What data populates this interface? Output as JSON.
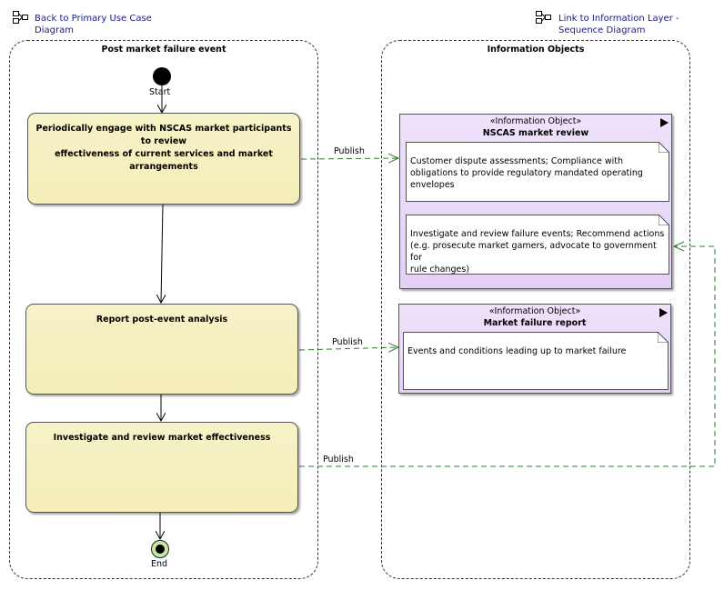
{
  "links": {
    "primary": "Back to Primary Use Case Diagram",
    "primary_line1": "Back to Primary Use Case",
    "primary_line2": "Diagram",
    "info_layer_line1": "Link to Information Layer -",
    "info_layer_line2": "Sequence Diagram"
  },
  "lanes": {
    "left_title": "Post market failure event",
    "right_title": "Information Objects"
  },
  "nodes": {
    "start_label": "Start",
    "end_label": "End"
  },
  "actions": [
    {
      "line1": "Periodically engage with NSCAS market participants to review",
      "line2": "effectiveness of current services and market arrangements"
    },
    {
      "line1": "Report post-event analysis"
    },
    {
      "line1": "Investigate and review market effectiveness"
    }
  ],
  "info_objects": [
    {
      "stereotype": "«Information Object»",
      "name": "NSCAS market review",
      "notes": [
        {
          "l1": "Customer dispute assessments; Compliance with",
          "l2": "obligations to provide regulatory mandated operating",
          "l3": "envelopes"
        },
        {
          "l1": "Investigate and review failure events; Recommend actions",
          "l2": "(e.g. prosecute market gamers, advocate to government for",
          "l3": "rule changes)"
        }
      ]
    },
    {
      "stereotype": "«Information Object»",
      "name": "Market failure report",
      "notes": [
        {
          "l1": "Events and conditions leading up to market failure"
        }
      ]
    }
  ],
  "flows": {
    "publish_1": "Publish",
    "publish_2": "Publish",
    "publish_3": "Publish"
  },
  "colors": {
    "action_fill": "#f5eeb9",
    "info_object_fill": "#e5d0f5",
    "publish_line": "#2f7a2f",
    "link_text": "#1a1a8c"
  }
}
